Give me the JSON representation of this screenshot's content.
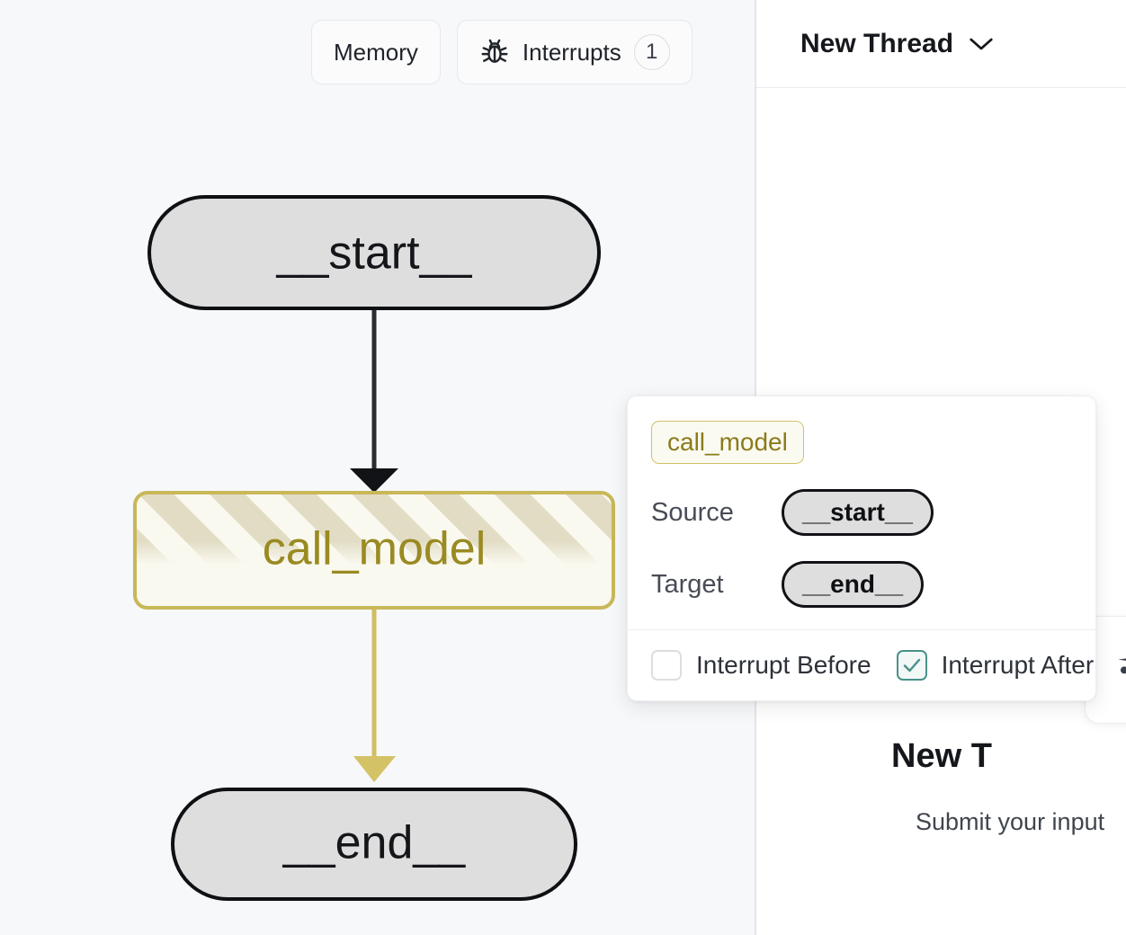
{
  "graph_pane": {
    "toolbar": {
      "memory_label": "Memory",
      "interrupts_label": "Interrupts",
      "interrupts_icon": "bug-icon",
      "interrupts_count": "1"
    },
    "nodes": [
      {
        "id": "start",
        "label": "__start__",
        "state": "idle"
      },
      {
        "id": "call_model",
        "label": "call_model",
        "state": "active"
      },
      {
        "id": "end",
        "label": "__end__",
        "state": "idle"
      }
    ],
    "edges": [
      {
        "from": "__start__",
        "to": "call_model",
        "color": "#2b2d31"
      },
      {
        "from": "call_model",
        "to": "__end__",
        "color": "#d0be62"
      }
    ]
  },
  "edge_popover": {
    "node_chip": "call_model",
    "source_label": "Source",
    "source_value": "__start__",
    "target_label": "Target",
    "target_value": "__end__",
    "interrupt_before_label": "Interrupt Before",
    "interrupt_before_checked": false,
    "interrupt_after_label": "Interrupt After",
    "interrupt_after_checked": true
  },
  "right_pane": {
    "thread_title": "New Thread",
    "thread_chevron": "chevron-down-icon",
    "empty_state": {
      "title": "New T",
      "subtitle": "Submit your input"
    }
  },
  "colors": {
    "canvas_bg": "#f7f8fa",
    "node_idle_fill": "#dedede",
    "node_idle_border": "#0e1013",
    "node_active_fill": "#faf9f0",
    "node_active_border": "#c8b858",
    "node_active_text": "#9a8a22",
    "node_active_stripe": "#e2dcc4",
    "edge_active": "#d0be62",
    "edge_idle": "#2b2d31",
    "accent_teal": "#4a9189",
    "divider": "#e3e5e9"
  }
}
